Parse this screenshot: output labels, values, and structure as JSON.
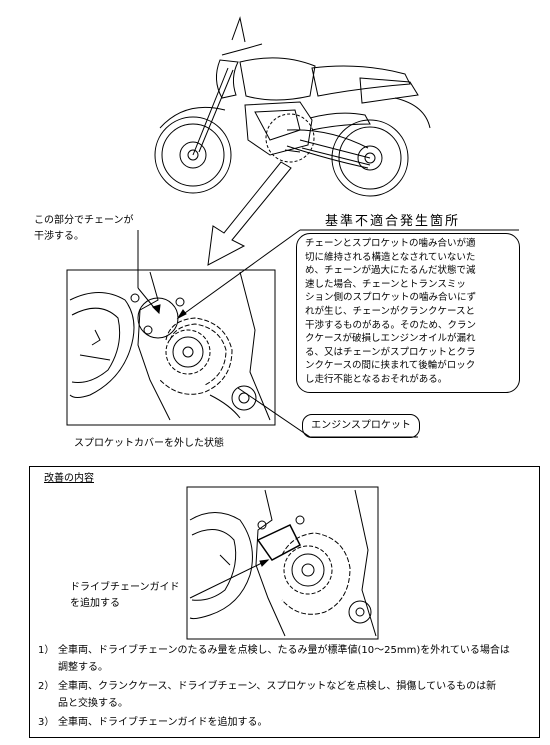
{
  "callout_interference": [
    "この部分でチェーンが",
    "干渉する。"
  ],
  "defect_title": "基準不適合発生箇所",
  "defect_description": [
    "チェーンとスプロケットの噛み合いが適",
    "切に維持される構造となされていないた",
    "め、チェーンが過大にたるんだ状態で減",
    "速した場合、チェーンとトランスミッ",
    "ション側のスプロケットの噛み合いにず",
    "れが生じ、チェーンがクランクケースと",
    "干渉するものがある。そのため、クラン",
    "クケースが破損しエンジンオイルが漏れ",
    "る、又はチェーンがスプロケットとクラ",
    "ンクケースの間に挟まれて後輪がロック",
    "し走行不能となるおそれがある。"
  ],
  "engine_sprocket_label": "エンジンスプロケット",
  "cover_removed_caption": "スプロケットカバーを外した状態",
  "improvement_title": "改善の内容",
  "guide_label": [
    "ドライブチェーンガイド",
    "を追加する"
  ],
  "measures": [
    {
      "num": "1）",
      "lines": [
        "全車両、ドライブチェーンのたるみ量を点検し、たるみ量が標準値(10～25mm)を外れている場合は",
        "調整する。"
      ]
    },
    {
      "num": "2）",
      "lines": [
        "全車両、クランクケース、ドライブチェーン、スプロケットなどを点検し、損傷しているものは新",
        "品と交換する。"
      ]
    },
    {
      "num": "3）",
      "lines": [
        "全車両、ドライブチェーンガイドを追加する。"
      ]
    }
  ]
}
